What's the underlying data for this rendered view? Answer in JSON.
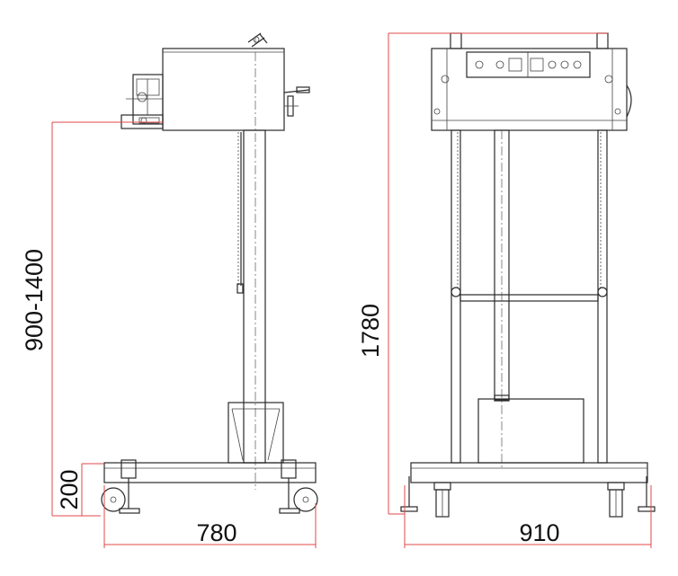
{
  "dimensions": {
    "working_height": "900-1400",
    "side_base_height": "200",
    "side_base_width": "780",
    "overall_height": "1780",
    "front_base_width": "910"
  },
  "colors": {
    "dimension_line": "#e0484a",
    "outline": "#2a2a2a",
    "background": "#ffffff"
  }
}
